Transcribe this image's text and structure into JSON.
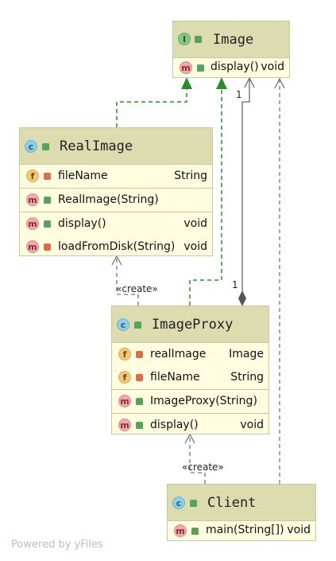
{
  "classes": {
    "image": {
      "name": "Image",
      "kind": "interface",
      "kind_letter": "I",
      "methods": [
        {
          "letter": "m",
          "name": "display()",
          "type": "void"
        }
      ]
    },
    "real_image": {
      "name": "RealImage",
      "kind": "class",
      "kind_letter": "c",
      "fields": [
        {
          "letter": "f",
          "name": "fileName",
          "type": "String"
        }
      ],
      "constructors": [
        {
          "letter": "m",
          "name": "RealImage(String)",
          "type": ""
        }
      ],
      "methods": [
        {
          "letter": "m",
          "name": "display()",
          "type": "void"
        },
        {
          "letter": "m",
          "name": "loadFromDisk(String)",
          "type": "void"
        }
      ]
    },
    "image_proxy": {
      "name": "ImageProxy",
      "kind": "class",
      "kind_letter": "c",
      "fields": [
        {
          "letter": "f",
          "name": "realImage",
          "type": "Image"
        },
        {
          "letter": "f",
          "name": "fileName",
          "type": "String"
        }
      ],
      "constructors": [
        {
          "letter": "m",
          "name": "ImageProxy(String)",
          "type": ""
        }
      ],
      "methods": [
        {
          "letter": "m",
          "name": "display()",
          "type": "void"
        }
      ]
    },
    "client": {
      "name": "Client",
      "kind": "class",
      "kind_letter": "c",
      "methods": [
        {
          "letter": "m",
          "name": "main(String[])",
          "type": "void"
        }
      ]
    }
  },
  "relations": {
    "create_label": "«create»",
    "multiplicity_image_end": "1",
    "multiplicity_proxy_end": "1"
  },
  "colors": {
    "header": "#dcdcb1",
    "body": "#fefde0",
    "realization": "#2e8b2e",
    "dependency": "#777777"
  },
  "watermark": "Powered by yFiles"
}
